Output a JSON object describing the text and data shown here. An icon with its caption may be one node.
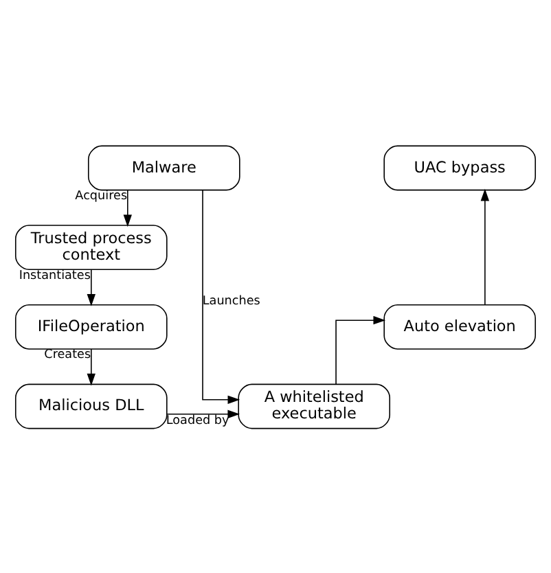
{
  "diagram": {
    "nodes": [
      {
        "text": [
          "Malware"
        ]
      },
      {
        "text": [
          "Trusted process context"
        ]
      },
      {
        "text": [
          "IFileOperation"
        ]
      },
      {
        "text": [
          "Malicious DLL"
        ]
      },
      {
        "text": [
          "UAC bypass"
        ]
      },
      {
        "text": [
          "Auto elevation"
        ]
      },
      {
        "text": [
          "A whitelisted executable"
        ]
      }
    ],
    "edges": [
      {
        "from": 0,
        "to": 1,
        "arrow": "to",
        "label": "Acquires"
      },
      {
        "from": 1,
        "to": 2,
        "arrow": "to",
        "label": "Instantiates"
      },
      {
        "from": 2,
        "to": 3,
        "arrow": "to",
        "label": "Creates"
      },
      {
        "from": 0,
        "to": 6,
        "arrow": "to",
        "label": "Launches"
      },
      {
        "from": 3,
        "to": 6,
        "arrow": "to",
        "label": "Loaded by"
      },
      {
        "from": 6,
        "to": 5,
        "arrow": "to"
      },
      {
        "from": 5,
        "to": 4,
        "arrow": "to"
      }
    ]
  }
}
